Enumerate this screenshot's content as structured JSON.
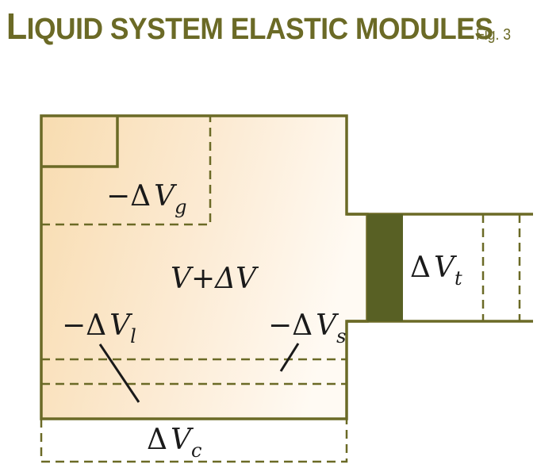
{
  "title": {
    "first_letter": "L",
    "rest": "IQUID SYSTEM ELASTIC MODULES",
    "figure_ref": "Fig. 3"
  },
  "labels": {
    "gas_minus": "−",
    "gas_delta": "Δ",
    "gas_var": "V",
    "gas_sub": "g",
    "center": "V+ΔV",
    "liquid_minus": "−",
    "liquid_delta": "Δ",
    "liquid_var": "V",
    "liquid_sub": "l",
    "solid_minus": "−",
    "solid_delta": "Δ",
    "solid_var": "V",
    "solid_sub": "s",
    "tube_delta": "Δ",
    "tube_var": "V",
    "tube_sub": "t",
    "container_delta": "Δ",
    "container_var": "V",
    "container_sub": "c"
  },
  "colors": {
    "line": "#6b6a26",
    "fill_warm": "#f8dcb0",
    "fill_light": "#fffaf3",
    "piston": "#586024"
  }
}
